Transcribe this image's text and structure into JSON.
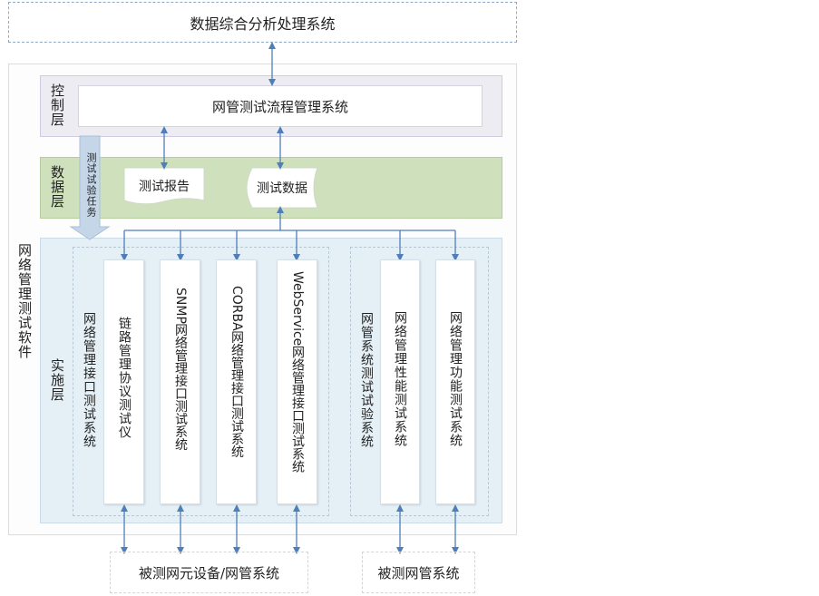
{
  "top_system": "数据综合分析处理系统",
  "software_label": "网络管理测试软件",
  "control_layer": {
    "label": "控制层",
    "system": "网管测试流程管理系统"
  },
  "data_layer": {
    "label": "数据层",
    "report": "测试报告",
    "data": "测试数据"
  },
  "task_label": "测试试验任务",
  "impl_layer": {
    "label": "实施层",
    "group1_label": "网络管理接口测试系统",
    "group1_items": [
      "链路管理协议测试仪",
      "SNMP网络管理接口测试系统",
      "CORBA网络管理接口测试系统",
      "WebService网络管理接口测试系统"
    ],
    "group2_label": "网管系统测试试验系统",
    "group2_items": [
      "网络管理性能测试系统",
      "网络管理功能测试系统"
    ]
  },
  "external": {
    "left": "被测网元设备/网管系统",
    "right": "被测网管系统"
  },
  "colors": {
    "arrow": "#4f7fb8",
    "control_bg": "#eeecf3",
    "data_bg": "#cfe0bd",
    "impl_bg": "#e5f0f6",
    "task_arrow": "#c5d6e8"
  }
}
